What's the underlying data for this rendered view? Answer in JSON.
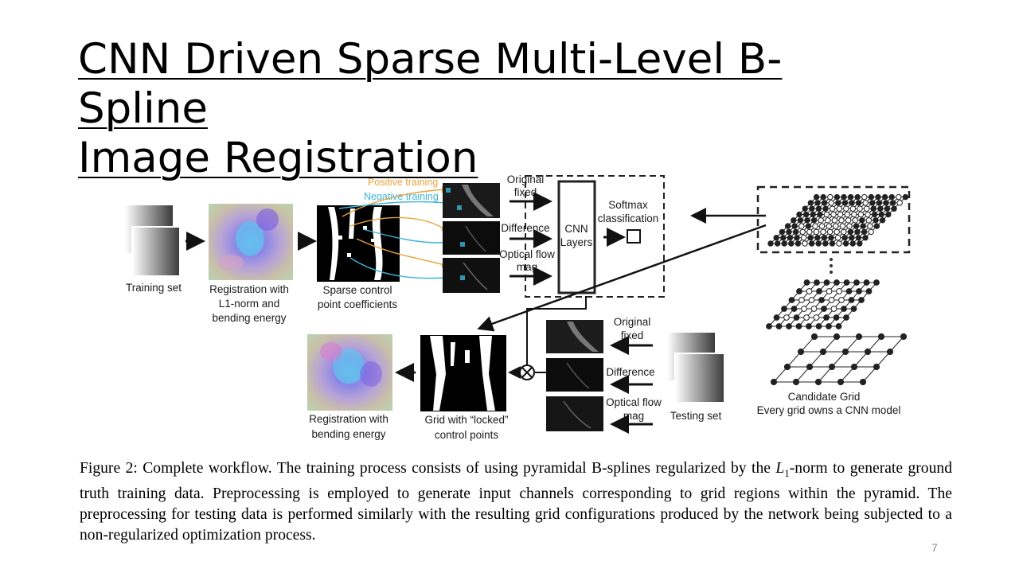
{
  "slide": {
    "title_line1": "CNN Driven Sparse Multi-Level B-Spline",
    "title_line2": "Image Registration",
    "page_number": "7"
  },
  "figure": {
    "training_set": "Training set",
    "registration_l1_line1": "Registration with",
    "registration_l1_line2": "L1-norm and",
    "registration_l1_line3": "bending energy",
    "sparse_line1": "Sparse control",
    "sparse_line2": "point coefficients",
    "positive_training": "Positive training",
    "negative_training": "Negative training",
    "original_fixed_line1": "Original",
    "original_fixed_line2": "fixed",
    "difference": "Difference",
    "optical_flow_line1": "Optical flow",
    "optical_flow_line2": "mag",
    "cnn_line1": "CNN",
    "cnn_line2": "Layers",
    "softmax_line1": "Softmax",
    "softmax_line2": "classification",
    "candidate_line1": "Candidate Grid",
    "candidate_line2": "Every grid owns a CNN model",
    "testing_set": "Testing set",
    "locked_line1": "Grid with “locked”",
    "locked_line2": "control points",
    "registration_be_line1": "Registration with",
    "registration_be_line2": "bending energy",
    "positive_color": "#e8a23a",
    "negative_color": "#3bb4d8"
  },
  "caption": {
    "part1": "Figure 2: Complete workflow. The training process consists of using pyramidal B-splines regularized by the ",
    "math_L": "L",
    "math_sub": "1",
    "part2": "-norm to generate ground truth training data. Preprocessing is employed to generate input channels corresponding to grid regions within the pyramid. The preprocessing for testing data is performed similarly with the resulting grid configurations produced by the network being subjected to a non-regularized optimization process."
  }
}
